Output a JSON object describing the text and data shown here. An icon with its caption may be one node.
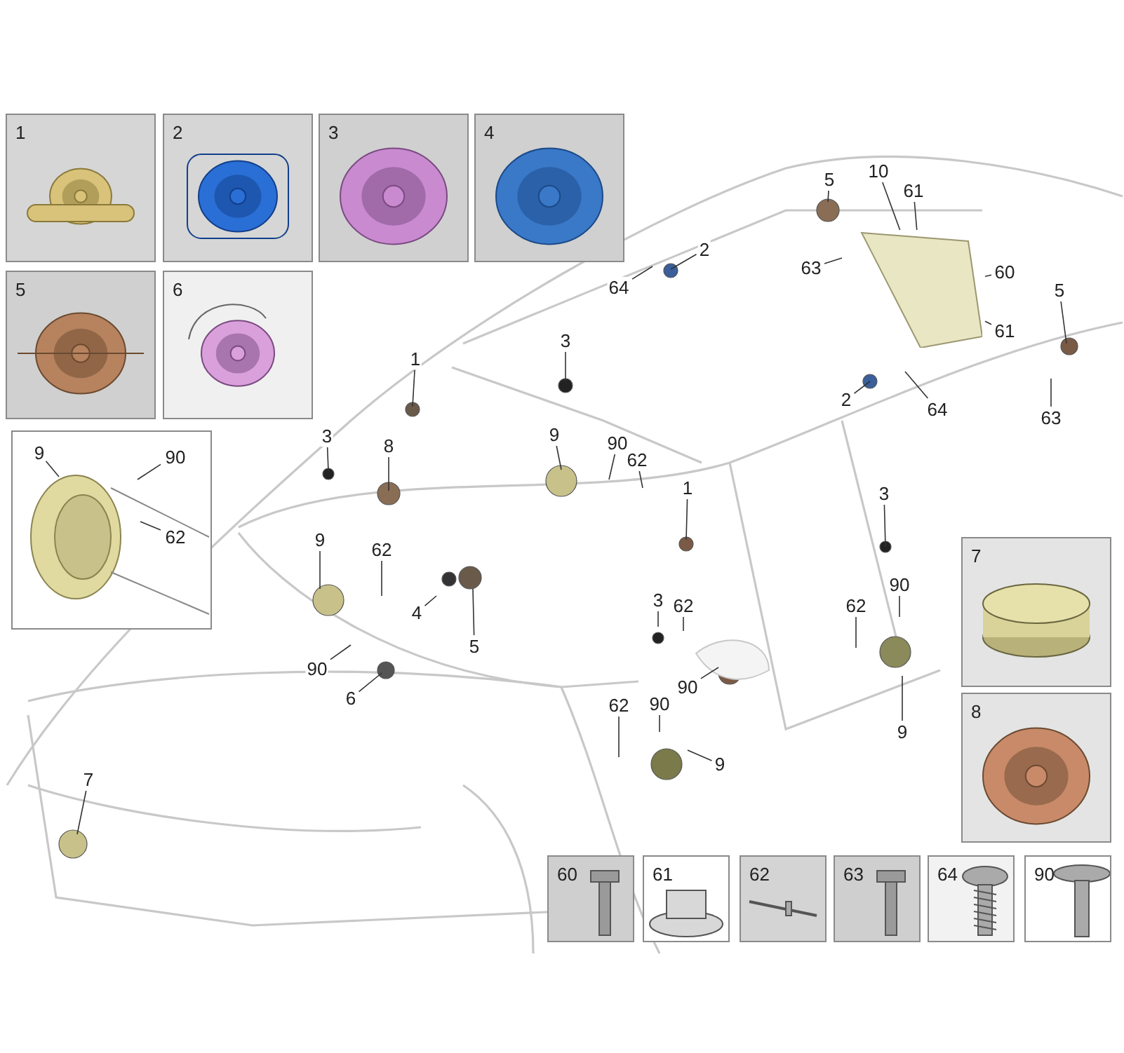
{
  "diagram": {
    "nodes": [
      {
        "text": [
          "1"
        ]
      },
      {
        "text": [
          "2"
        ]
      },
      {
        "text": [
          "3"
        ]
      },
      {
        "text": [
          "4"
        ]
      },
      {
        "text": [
          "5"
        ]
      },
      {
        "text": [
          "6"
        ]
      },
      {
        "text": [],
        "shape": "box"
      },
      {
        "text": [
          "9"
        ],
        "in": 6
      },
      {
        "text": [
          "90"
        ],
        "in": 6
      },
      {
        "text": [
          "62"
        ],
        "in": 6
      },
      {
        "text": [
          "5"
        ]
      },
      {
        "text": [
          "10"
        ]
      },
      {
        "text": [
          "61"
        ]
      },
      {
        "text": [
          "2"
        ]
      },
      {
        "text": [
          "64"
        ]
      },
      {
        "text": [
          "63"
        ]
      },
      {
        "text": [
          "60"
        ]
      },
      {
        "text": [
          "61"
        ]
      },
      {
        "text": [
          "5"
        ]
      },
      {
        "text": [
          "3"
        ]
      },
      {
        "text": [
          "1"
        ]
      },
      {
        "text": [
          "2"
        ]
      },
      {
        "text": [
          "64"
        ]
      },
      {
        "text": [
          "63"
        ]
      },
      {
        "text": [
          "3"
        ]
      },
      {
        "text": [
          "8"
        ]
      },
      {
        "text": [
          "9"
        ]
      },
      {
        "text": [
          "90"
        ]
      },
      {
        "text": [
          "62"
        ]
      },
      {
        "text": [
          "1"
        ]
      },
      {
        "text": [
          "9"
        ]
      },
      {
        "text": [
          "62"
        ]
      },
      {
        "text": [
          "4"
        ]
      },
      {
        "text": [
          "5"
        ]
      },
      {
        "text": [
          "90"
        ]
      },
      {
        "text": [
          "6"
        ]
      },
      {
        "text": [
          "3"
        ]
      },
      {
        "text": [
          "62"
        ]
      },
      {
        "text": [
          "90"
        ]
      },
      {
        "text": [
          "3"
        ]
      },
      {
        "text": [
          "90"
        ]
      },
      {
        "text": [
          "62"
        ]
      },
      {
        "text": [
          "9"
        ]
      },
      {
        "text": [
          "62"
        ]
      },
      {
        "text": [
          "90"
        ]
      },
      {
        "text": [
          "9"
        ]
      },
      {
        "text": [
          "7"
        ]
      },
      {
        "text": [
          "7"
        ]
      },
      {
        "text": [
          "8"
        ]
      },
      {
        "text": [
          "60"
        ]
      },
      {
        "text": [
          "61"
        ]
      },
      {
        "text": [
          "62"
        ]
      },
      {
        "text": [
          "63"
        ]
      },
      {
        "text": [
          "64"
        ]
      },
      {
        "text": [
          "90"
        ]
      },
      {
        "text": [],
        "shape": "picture"
      }
    ],
    "edges": [
      {
        "from": 7,
        "to": null,
        "arrow": "none"
      },
      {
        "from": 8,
        "to": null,
        "arrow": "none"
      },
      {
        "from": 9,
        "to": null,
        "arrow": "none"
      },
      {
        "from": 10,
        "to": null,
        "arrow": "none"
      },
      {
        "from": 11,
        "to": 55,
        "arrow": "none"
      },
      {
        "from": 12,
        "to": 55,
        "arrow": "none"
      },
      {
        "from": 13,
        "to": null,
        "arrow": "none"
      },
      {
        "from": 14,
        "to": null,
        "arrow": "none"
      },
      {
        "from": 15,
        "to": null,
        "arrow": "none"
      },
      {
        "from": 16,
        "to": 55,
        "arrow": "none"
      },
      {
        "from": 17,
        "to": 55,
        "arrow": "none"
      },
      {
        "from": 18,
        "to": null,
        "arrow": "none"
      },
      {
        "from": 19,
        "to": null,
        "arrow": "none"
      },
      {
        "from": 20,
        "to": null,
        "arrow": "none"
      },
      {
        "from": 21,
        "to": null,
        "arrow": "none"
      },
      {
        "from": 22,
        "to": null,
        "arrow": "none"
      },
      {
        "from": 23,
        "to": null,
        "arrow": "none"
      },
      {
        "from": 24,
        "to": null,
        "arrow": "none"
      },
      {
        "from": 25,
        "to": null,
        "arrow": "none"
      },
      {
        "from": 26,
        "to": null,
        "arrow": "none"
      },
      {
        "from": 27,
        "to": null,
        "arrow": "none"
      },
      {
        "from": 28,
        "to": null,
        "arrow": "none"
      },
      {
        "from": 29,
        "to": null,
        "arrow": "none"
      },
      {
        "from": 30,
        "to": null,
        "arrow": "none"
      },
      {
        "from": 31,
        "to": null,
        "arrow": "none"
      },
      {
        "from": 32,
        "to": null,
        "arrow": "none"
      },
      {
        "from": 33,
        "to": null,
        "arrow": "none"
      },
      {
        "from": 34,
        "to": null,
        "arrow": "none"
      },
      {
        "from": 35,
        "to": null,
        "arrow": "none"
      },
      {
        "from": 36,
        "to": null,
        "arrow": "none"
      },
      {
        "from": 37,
        "to": null,
        "arrow": "none"
      },
      {
        "from": 38,
        "to": null,
        "arrow": "none"
      },
      {
        "from": 39,
        "to": null,
        "arrow": "none"
      },
      {
        "from": 40,
        "to": null,
        "arrow": "none"
      },
      {
        "from": 41,
        "to": null,
        "arrow": "none"
      },
      {
        "from": 42,
        "to": null,
        "arrow": "none"
      },
      {
        "from": 43,
        "to": null,
        "arrow": "none"
      },
      {
        "from": 44,
        "to": null,
        "arrow": "none"
      },
      {
        "from": 45,
        "to": null,
        "arrow": "none"
      },
      {
        "from": 46,
        "to": null,
        "arrow": "none"
      }
    ]
  }
}
